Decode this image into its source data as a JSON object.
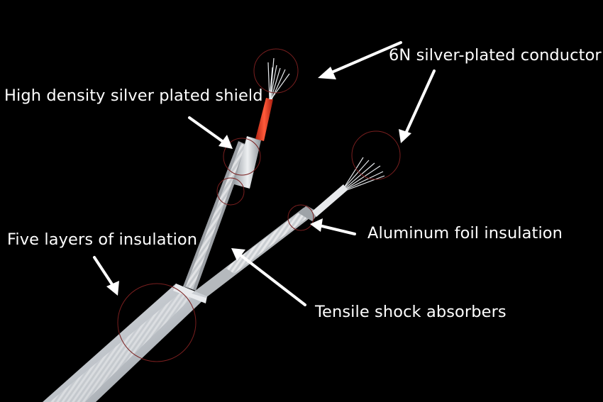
{
  "labels": {
    "conductor": "6N silver-plated conductor",
    "shield": "High density silver plated shield",
    "insulation": "Five layers of insulation",
    "foil": "Aluminum foil insulation",
    "absorbers": "Tensile shock absorbers"
  },
  "colors": {
    "background": "#000000",
    "label_text": "#ffffff",
    "callout_circle": "#7a1f1f",
    "inner_insulation_red": "#e23a1e",
    "jacket": "#d9dde2"
  }
}
